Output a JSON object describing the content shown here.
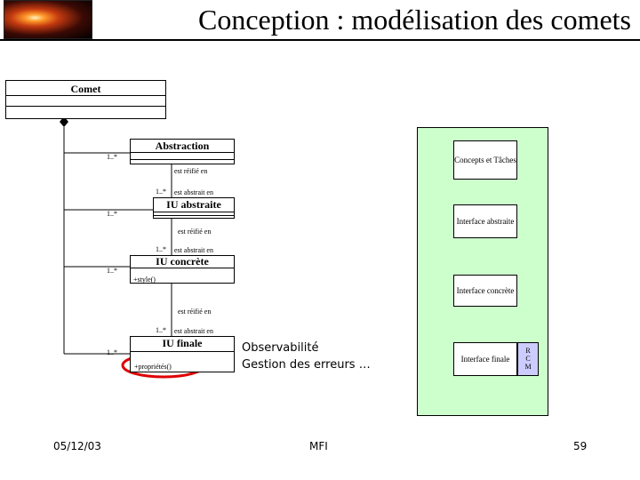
{
  "title": "Conception : modélisation des comets",
  "comet": {
    "name": "Comet"
  },
  "abstraction": {
    "name": "Abstraction",
    "rel": "est réifié en"
  },
  "iu_abstraite": {
    "name": "IU abstraite",
    "rel_up": "est abstrait en",
    "rel_down": "est réifié en"
  },
  "iu_concrete": {
    "name": "IU concrète",
    "rel_up": "est abstrait en",
    "attr": "+style()",
    "rel_down": "est réifié en"
  },
  "iu_finale": {
    "name": "IU finale",
    "rel_up": "est abstrait en",
    "attr": "+propriétés()"
  },
  "multiplicity": "1..*",
  "side": {
    "concepts": "Concepts et Tâches",
    "abstraite": "Interface abstraite",
    "concrete": "Interface concrète",
    "finale": "Interface finale",
    "rcm": [
      "R",
      "C",
      "M"
    ]
  },
  "notes": {
    "line1": "Observabilité",
    "line2": "Gestion des erreurs …"
  },
  "footer": {
    "date": "05/12/03",
    "center": "MFI",
    "page": "59"
  },
  "colors": {
    "green_panel": "#ccffcc",
    "rcm": "#ccccff",
    "highlight": "#e00000"
  }
}
